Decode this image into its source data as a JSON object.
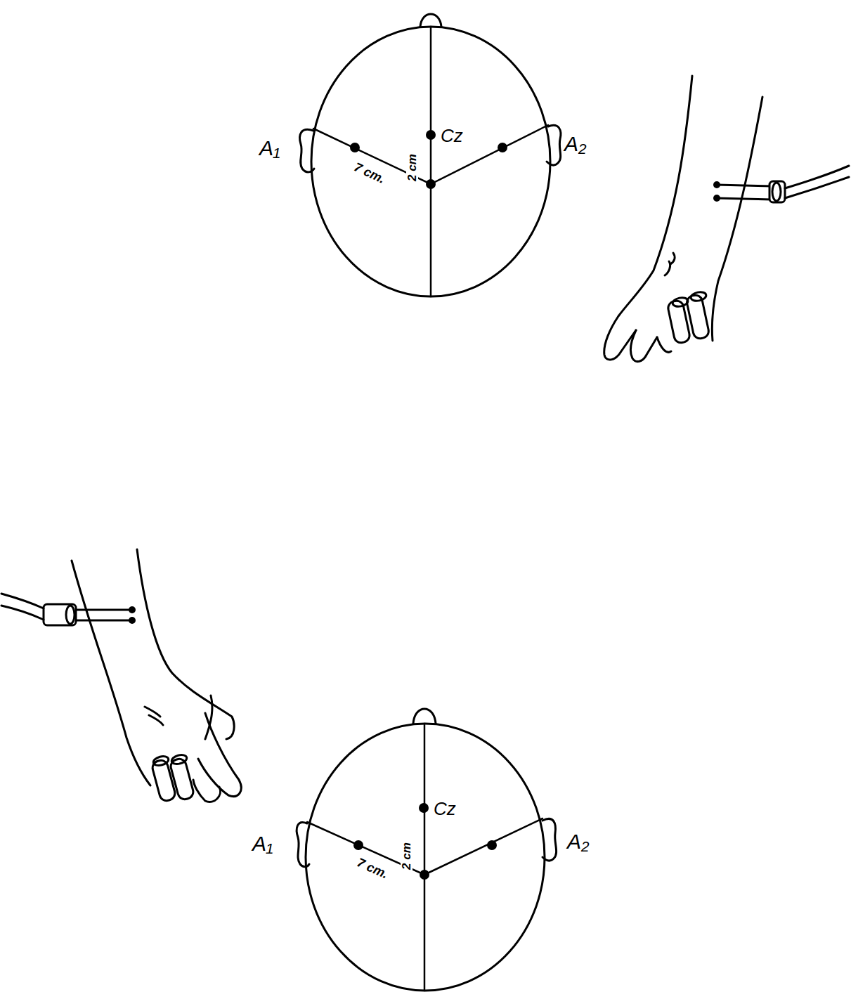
{
  "diagram": {
    "labels": [
      "A₁",
      "Cz",
      "A₂",
      "7 cm.",
      "2 cm",
      "A₁",
      "Cz",
      "A₂",
      "7 cm.",
      "2 cm"
    ]
  }
}
